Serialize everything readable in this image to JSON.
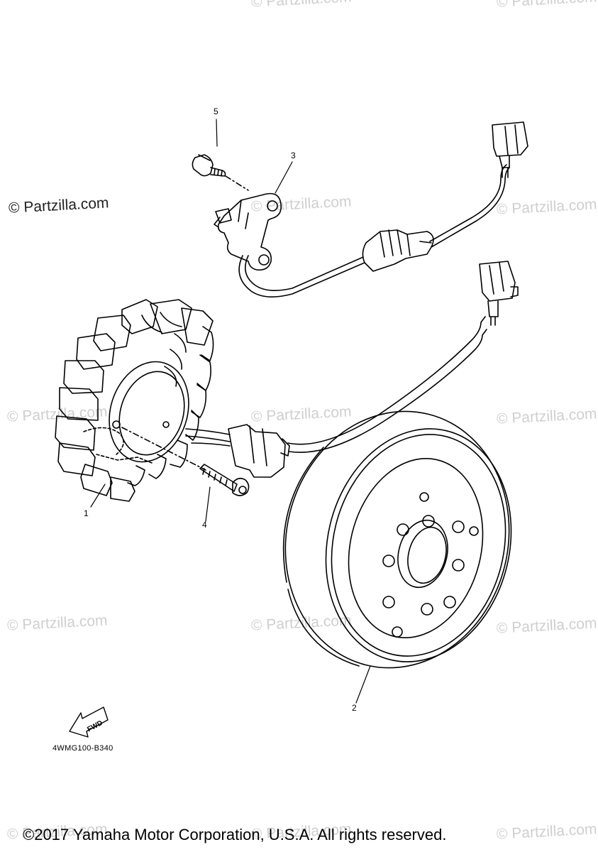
{
  "watermarks": {
    "dark": "© Partzilla.com",
    "light": "© Partzilla.com"
  },
  "callouts": {
    "part1": "1",
    "part2": "2",
    "part3": "3",
    "part4": "4",
    "part5": "5"
  },
  "fwd_label": "FWD",
  "drawing_code": "4WMG100-B340",
  "copyright": "©2017 Yamaha Motor Corporation, U.S.A. All rights reserved."
}
